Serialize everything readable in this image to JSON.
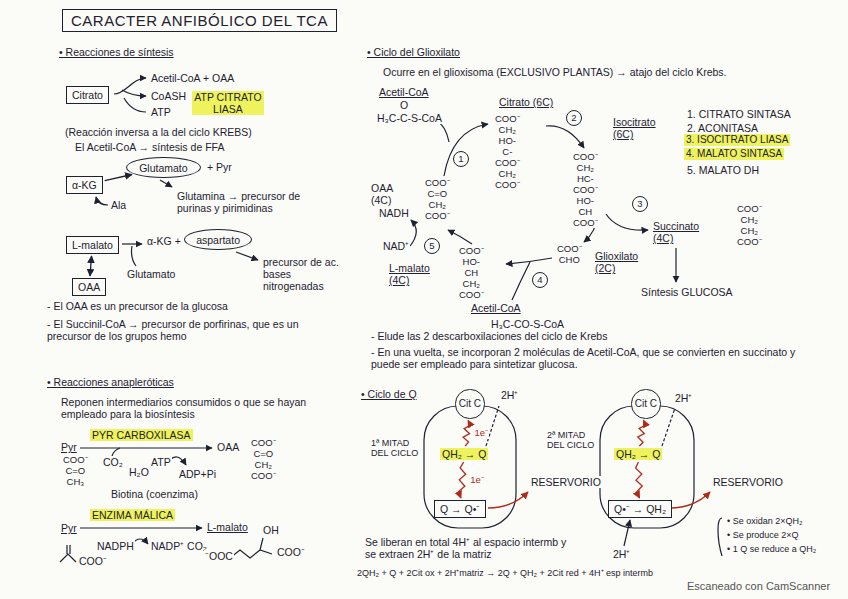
{
  "diagram": {
    "title": "CARACTER ANFIBÓLICO DEL TCA",
    "nodes": [
      {
        "text": [
          "Citrato"
        ]
      },
      {
        "text": [
          "ATP CITRATO LIASA"
        ]
      },
      {
        "text": [
          "α-KG"
        ]
      },
      {
        "text": [
          "Glutamato"
        ]
      },
      {
        "text": [
          "L-malato"
        ]
      },
      {
        "text": [
          "aspartato"
        ]
      },
      {
        "text": [
          "OAA"
        ]
      },
      {
        "text": [
          "PYR CARBOXILASA"
        ]
      },
      {
        "text": [
          "ENZIMA MÁLICA"
        ]
      },
      {
        "text": [
          "1"
        ]
      },
      {
        "text": [
          "2"
        ]
      },
      {
        "text": [
          "3"
        ]
      },
      {
        "text": [
          "4"
        ]
      },
      {
        "text": [
          "5"
        ]
      },
      {
        "text": [
          "3. ISOCITRATO LIASA"
        ]
      },
      {
        "text": [
          "4. MALATO SINTASA"
        ]
      },
      {
        "text": [
          "Cit C"
        ]
      },
      {
        "text": [
          "QH₂ → Q"
        ]
      },
      {
        "text": [
          "Q → Q•⁻"
        ]
      },
      {
        "text": [
          "Cit C"
        ]
      },
      {
        "text": [
          "QH₂ → Q"
        ]
      },
      {
        "text": [
          "Q•⁻ → QH₂"
        ]
      }
    ],
    "edges": [
      {
        "from": 2,
        "to": 3,
        "arrow": "to"
      },
      {
        "from": 4,
        "to": 6,
        "arrow": "both"
      },
      {
        "from": 17,
        "to": 16,
        "arrow": "to",
        "label": "1e⁻"
      },
      {
        "from": 17,
        "to": 18,
        "arrow": "to",
        "label": "1e⁻"
      },
      {
        "from": 20,
        "to": 19,
        "arrow": "to"
      },
      {
        "from": 20,
        "to": 21,
        "arrow": "to"
      }
    ],
    "labels": [
      "• Reacciones de síntesis",
      "Acetil-CoA + OAA",
      "CoASH",
      "ATP",
      "(Reacción inversa a la del ciclo KREBS)",
      "El Acetil-CoA → síntesis de FFA",
      "+ Pyr",
      "Ala",
      "Glutamina → precursor de purinas y pirimidinas",
      "α-KG +",
      "Glutamato",
      "precursor de ac. bases nitrogenadas",
      "- El OAA es un precursor de la glucosa",
      "- El Succinil-CoA → precursor de porfirinas, que es un precursor de los grupos hemo",
      "• Reacciones anapleróticas",
      "Reponen intermediarios consumidos o que se hayan empleado para la biosíntesis",
      "Pyr",
      "CO₂",
      "H₂O",
      "ATP",
      "ADP+Pi",
      "OAA",
      "COO⁻ C=O CH₃",
      "COO⁻ C=O CH₂ COO⁻",
      "Biotina (coenzima)",
      "Pyr",
      "L-malato",
      "NADPH",
      "NADP⁺ CO₂",
      "COO⁻",
      "OH",
      "⁻OOC",
      "COO⁻",
      "• Ciclo del Glioxilato",
      "Ocurre en el glioxisoma (EXCLUSIVO PLANTAS) → atajo del ciclo Krebs.",
      "Acetil-CoA",
      "O",
      "H₃C-C-S-CoA",
      "Citrato (6C)",
      "COO⁻ CH₂ HO-C-COO⁻ CH₂ COO⁻",
      "Isocitrato (6C)",
      "COO⁻ CH₂ HC-COO⁻ HO-CH COO⁻",
      "OAA (4C)",
      "COO⁻ C=O CH₂ COO⁻",
      "L-malato (4C)",
      "COO⁻ HO-CH CH₂ COO⁻",
      "Glioxilato (2C)",
      "COO⁻ CHO",
      "Acetil-CoA",
      "H₃C-CO-S-CoA",
      "NADH",
      "NAD⁺",
      "Succinato (4C)",
      "COO⁻ CH₂ CH₂ COO⁻",
      "Síntesis GLUCOSA",
      "1. CITRATO SINTASA",
      "2. ACONITASA",
      "5. MALATO DH",
      "- Elude las 2 descarboxilaciones del ciclo de Krebs",
      "- En una vuelta, se incorporan 2 moléculas de Acetil-CoA, que se convierten en succinato y puede ser empleado para sintetizar glucosa.",
      "• Ciclo de Q",
      "2H⁺",
      "1ª MITAD DEL CICLO",
      "RESERVORIO",
      "2ª MITAD DEL CICLO",
      "2H⁺",
      "RESERVORIO",
      "2H⁺",
      "Se liberan en total 4H⁺ al espacio intermb y se extraen 2H⁺ de la matriz",
      "2QH₂ + Q + 2Cit ox + 2H⁺matriz → 2Q + QH₂ + 2Cit red + 4H⁺ esp intermb",
      "• Se oxidan 2×QH₂",
      "• Se produce 2×Q",
      "• 1 Q se reduce a QH₂",
      "Escaneado con CamScanner"
    ]
  }
}
